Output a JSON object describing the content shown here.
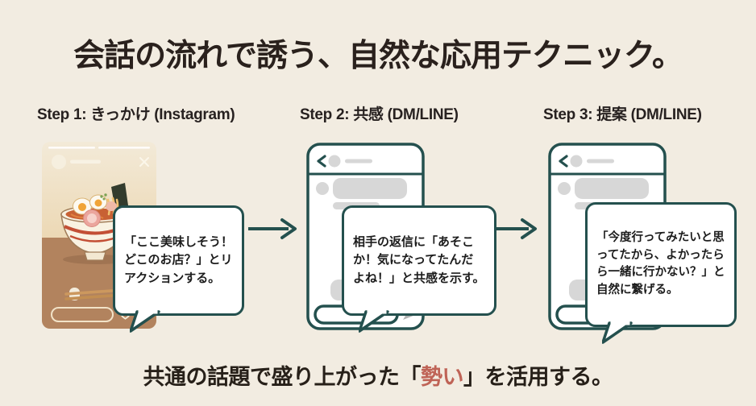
{
  "title": "会話の流れで誘う、自然な応用テクニック。",
  "steps": [
    {
      "label": "Step 1: きっかけ (Instagram)",
      "bubble": "「ここ美味しそう！\nどこのお店？」とリ\nアクションする。"
    },
    {
      "label": "Step 2: 共感 (DM/LINE)",
      "bubble": "相手の返信に「あそこ\nか！気になってたんだ\nよね！」と共感を示す。"
    },
    {
      "label": "Step 3: 提案 (DM/LINE)",
      "bubble": "「今度行ってみたいと思\nってたから、よかったら\nら一緒に行かない？」と\n自然に繋げる。"
    }
  ],
  "footer": {
    "prefix": "共通の話題で盛り上がった「",
    "accent": "勢い",
    "suffix": "」を活用する。"
  },
  "icons": {
    "arrow_right": "→",
    "close": "✕",
    "heart": "♡",
    "share": "paper-plane",
    "back": "‹",
    "send": "paper-plane"
  },
  "colors": {
    "background": "#f2ece1",
    "ink": "#2a211d",
    "teal": "#24504e",
    "accent_red": "#bf6356",
    "placeholder_gray": "#d7d7d7",
    "table_brown": "#b2835e",
    "broth_orange": "#c86134"
  }
}
